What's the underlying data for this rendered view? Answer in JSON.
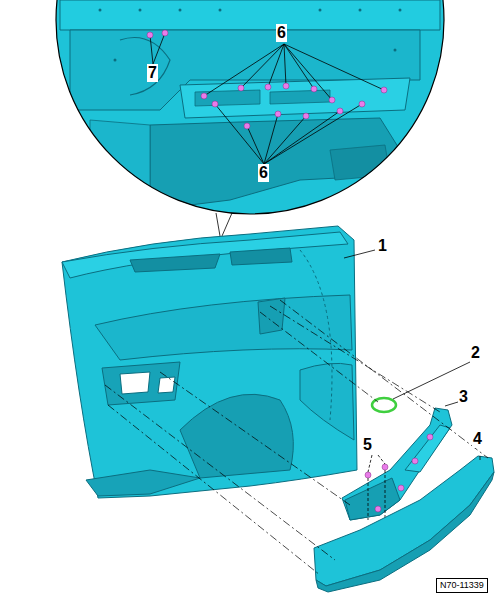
{
  "diagram": {
    "labels": [
      "6",
      "7",
      "6",
      "1",
      "2",
      "3",
      "4",
      "5",
      "N70-11339"
    ]
  }
}
